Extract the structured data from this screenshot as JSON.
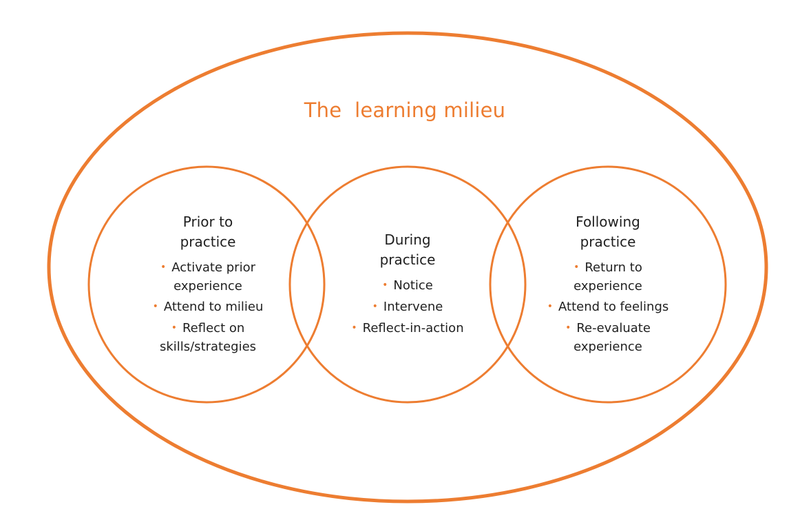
{
  "colors": {
    "accent": "#ed7d31",
    "text": "#1f1f1f",
    "background": "#ffffff"
  },
  "title": "The  learning milieu",
  "bullet_glyph": "•",
  "circles": {
    "prior": {
      "heading": [
        "Prior to",
        "practice"
      ],
      "items": [
        [
          "Activate prior",
          "experience"
        ],
        [
          "Attend to milieu"
        ],
        [
          "Reflect on",
          "skills/strategies"
        ]
      ]
    },
    "during": {
      "heading": [
        "During",
        "practice"
      ],
      "items": [
        [
          "Notice"
        ],
        [
          "Intervene"
        ],
        [
          "Reflect-in-action"
        ]
      ]
    },
    "following": {
      "heading": [
        "Following",
        "practice"
      ],
      "items": [
        [
          "Return to",
          "experience"
        ],
        [
          "Attend to feelings"
        ],
        [
          "Re-evaluate",
          "experience"
        ]
      ]
    }
  }
}
